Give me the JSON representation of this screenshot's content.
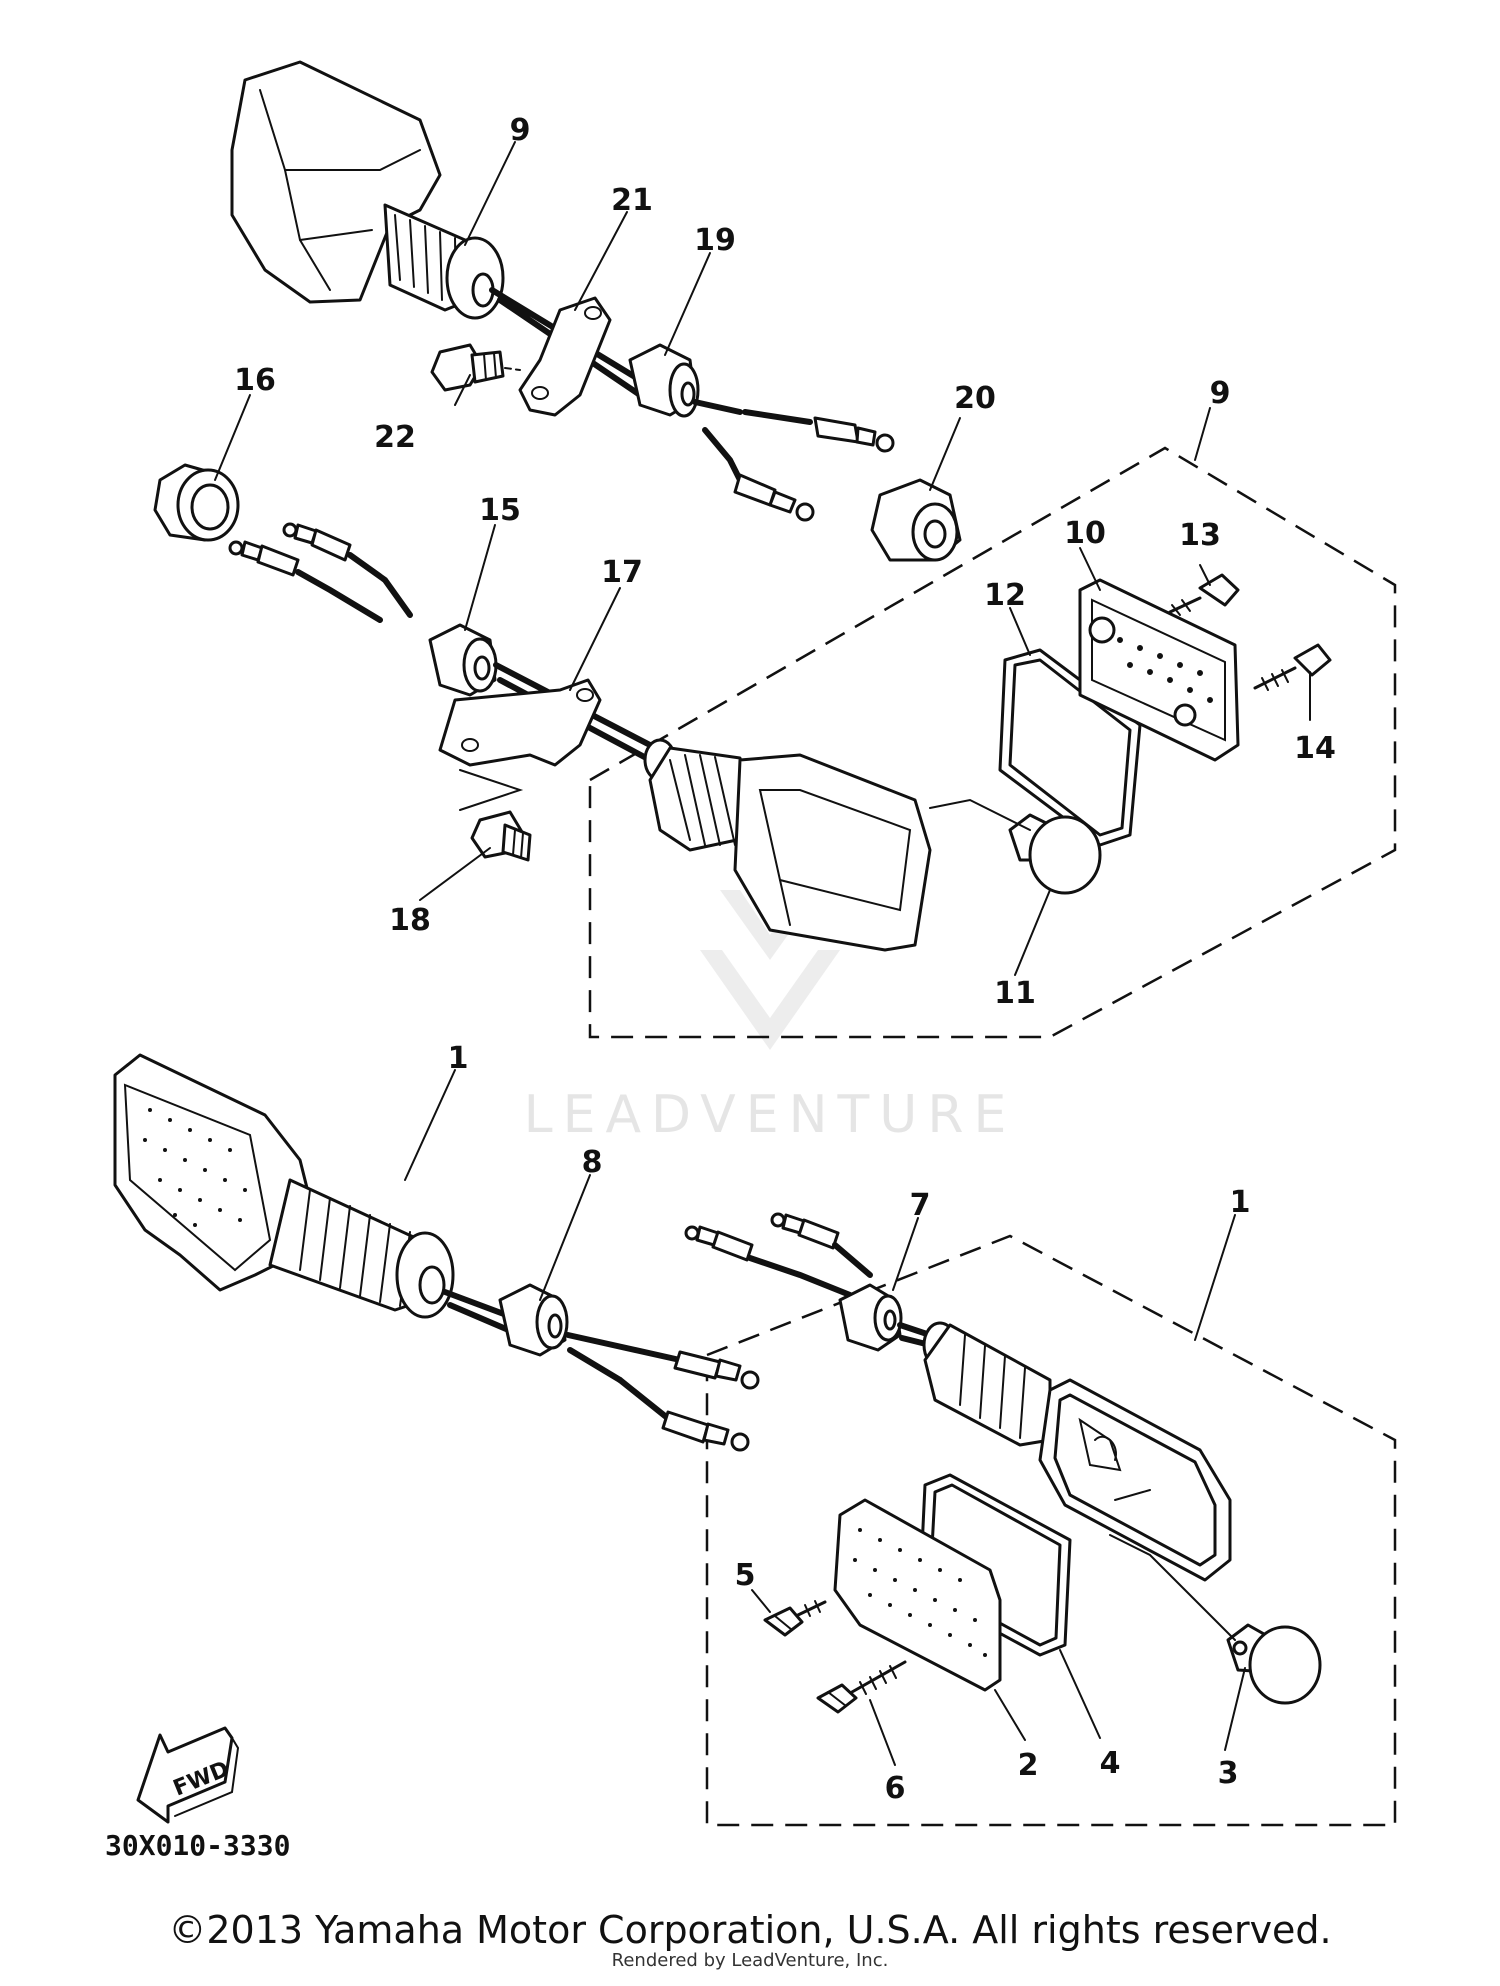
{
  "callouts": [
    {
      "id": "9",
      "text": "9"
    },
    {
      "id": "21",
      "text": "21"
    },
    {
      "id": "19",
      "text": "19"
    },
    {
      "id": "22",
      "text": "22"
    },
    {
      "id": "20",
      "text": "20"
    },
    {
      "id": "16",
      "text": "16"
    },
    {
      "id": "15",
      "text": "15"
    },
    {
      "id": "17",
      "text": "17"
    },
    {
      "id": "9b",
      "text": "9"
    },
    {
      "id": "10",
      "text": "10"
    },
    {
      "id": "13",
      "text": "13"
    },
    {
      "id": "12",
      "text": "12"
    },
    {
      "id": "14",
      "text": "14"
    },
    {
      "id": "18",
      "text": "18"
    },
    {
      "id": "11",
      "text": "11"
    },
    {
      "id": "1",
      "text": "1"
    },
    {
      "id": "8",
      "text": "8"
    },
    {
      "id": "7",
      "text": "7"
    },
    {
      "id": "1b",
      "text": "1"
    },
    {
      "id": "5",
      "text": "5"
    },
    {
      "id": "3",
      "text": "3"
    },
    {
      "id": "4",
      "text": "4"
    },
    {
      "id": "2",
      "text": "2"
    },
    {
      "id": "6",
      "text": "6"
    }
  ],
  "fwd_label": "FWD",
  "diagram_code": "30X010-3330",
  "watermark": "LEADVENTURE",
  "copyright": "©2013 Yamaha Motor Corporation, U.S.A. All rights reserved.",
  "rendered_by": "Rendered by LeadVenture, Inc."
}
